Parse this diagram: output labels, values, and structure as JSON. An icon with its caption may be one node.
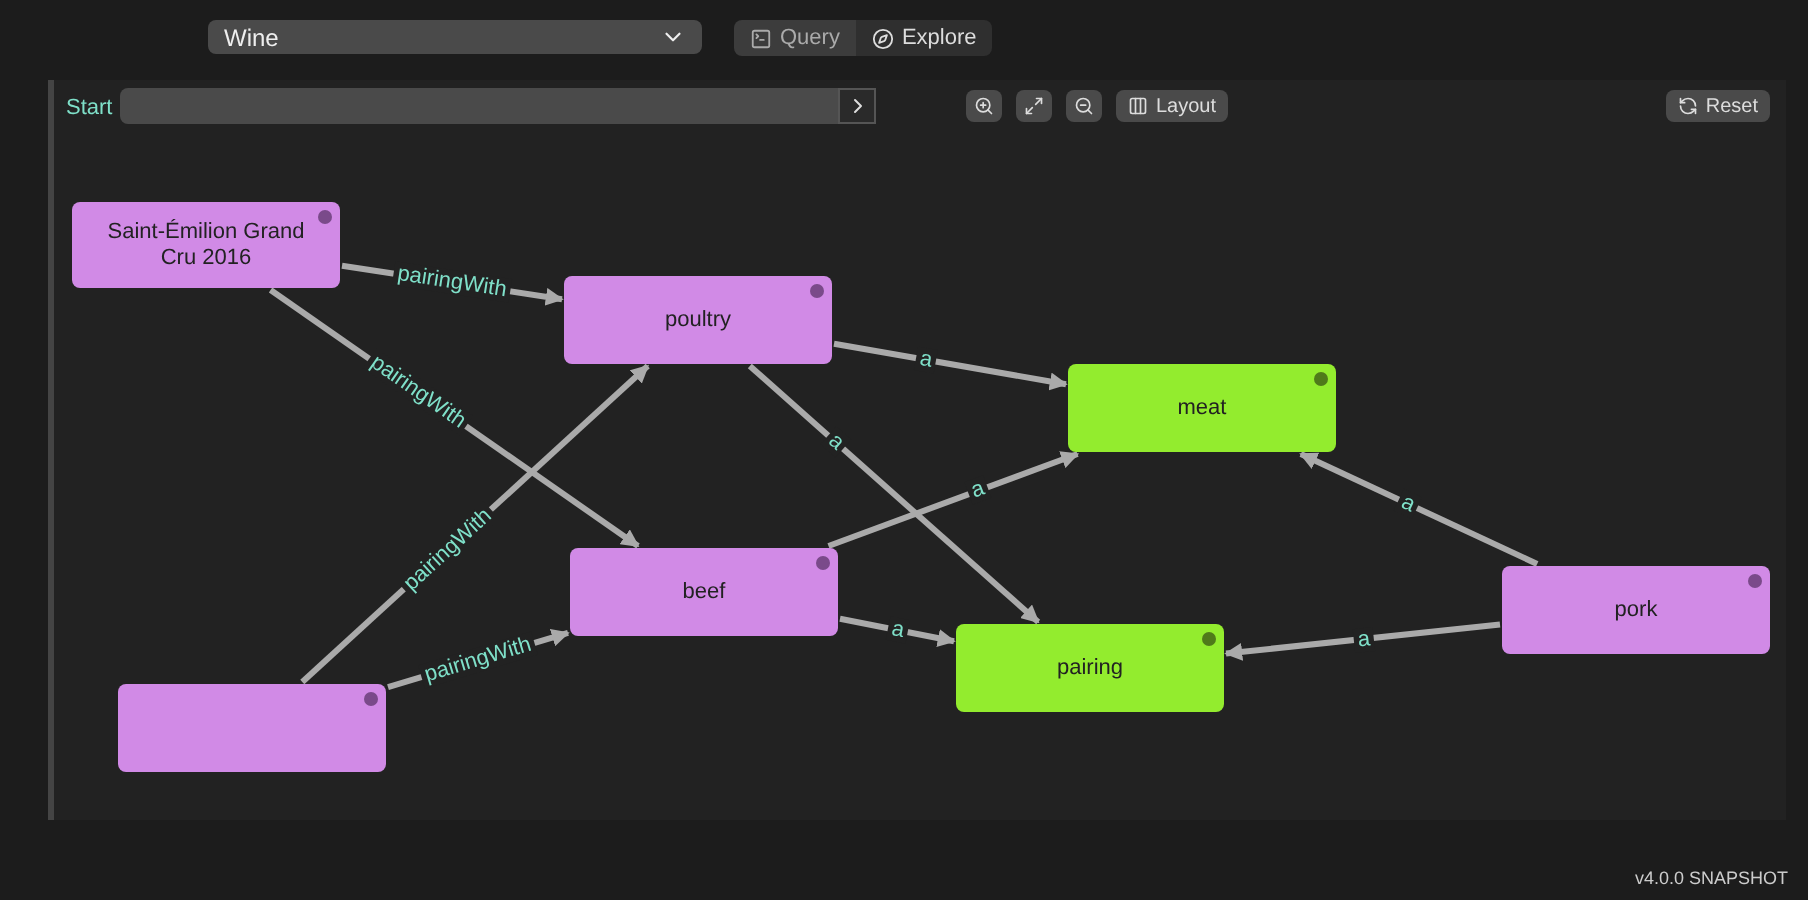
{
  "diagram": {
    "nodes": [
      {
        "text": [
          "Saint-Émilion Grand Cru 2016"
        ]
      },
      {
        "text": [
          "poultry"
        ]
      },
      {
        "text": [
          "meat"
        ]
      },
      {
        "text": [
          "beef"
        ]
      },
      {
        "text": [
          "pairing"
        ]
      },
      {
        "text": [
          "pork"
        ]
      },
      {
        "text": [],
        "shape": "box"
      }
    ],
    "edges": [
      {
        "from": 0,
        "to": 1,
        "arrow": "to",
        "label": "pairingWith"
      },
      {
        "from": 0,
        "to": 3,
        "arrow": "to",
        "label": "pairingWith"
      },
      {
        "from": 6,
        "to": 1,
        "arrow": "to",
        "label": "pairingWith"
      },
      {
        "from": 6,
        "to": 3,
        "arrow": "to",
        "label": "pairingWith"
      },
      {
        "from": 1,
        "to": 2,
        "arrow": "to",
        "label": "a"
      },
      {
        "from": 1,
        "to": 4,
        "arrow": "to",
        "label": "a"
      },
      {
        "from": 3,
        "to": 2,
        "arrow": "to",
        "label": "a"
      },
      {
        "from": 3,
        "to": 4,
        "arrow": "to",
        "label": "a"
      },
      {
        "from": 5,
        "to": 2,
        "arrow": "to",
        "label": "a"
      },
      {
        "from": 5,
        "to": 4,
        "arrow": "to",
        "label": "a"
      }
    ],
    "labels": [
      "Wine",
      "Query",
      "Explore",
      "Start",
      "Layout",
      "Reset",
      "v4.0.0 SNAPSHOT"
    ]
  }
}
